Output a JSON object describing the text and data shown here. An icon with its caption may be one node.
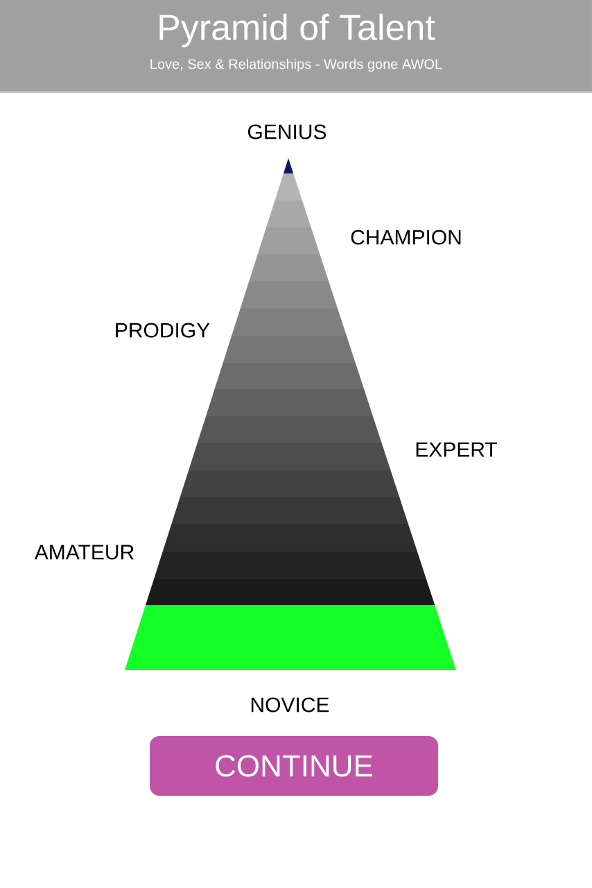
{
  "diagram": {
    "title": "Pyramid of Talent",
    "nodes": [
      {
        "text": [
          "CONTINUE"
        ]
      }
    ],
    "edges": [],
    "labels": [
      "Love, Sex & Relationships - Words gone AWOL",
      "GENIUS",
      "CHAMPION",
      "PRODIGY",
      "EXPERT",
      "AMATEUR",
      "NOVICE"
    ]
  }
}
